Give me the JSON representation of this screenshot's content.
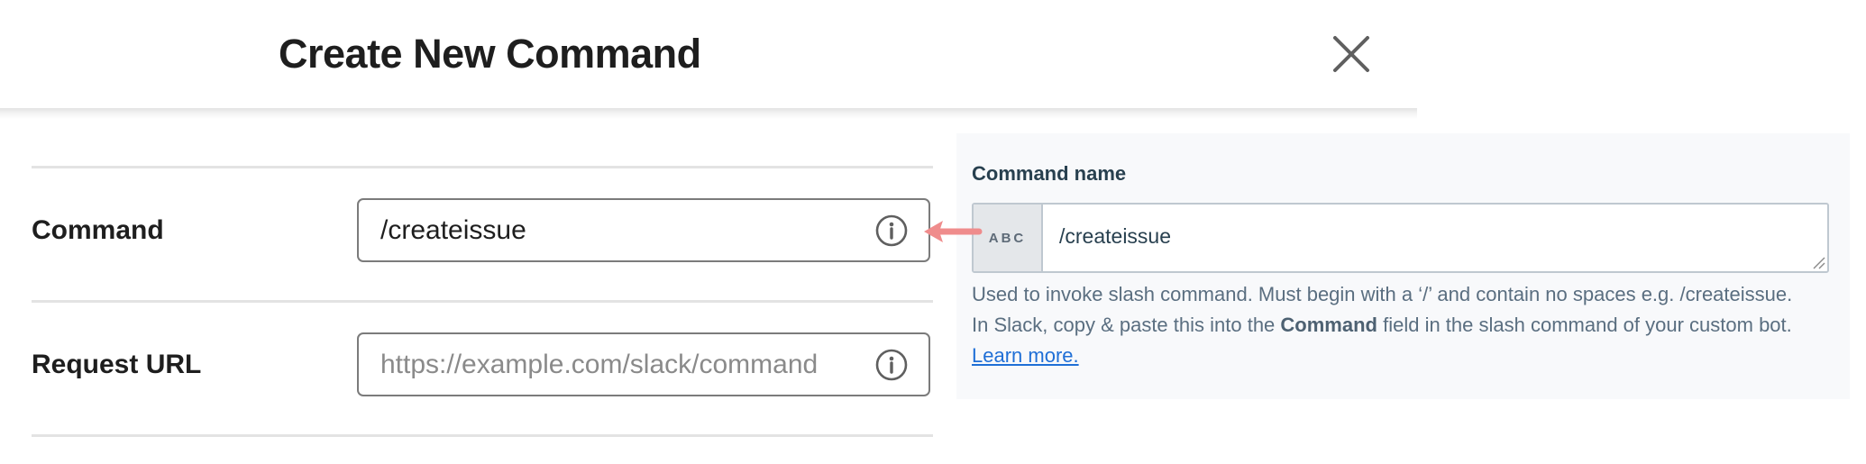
{
  "header": {
    "title": "Create New Command",
    "close_icon": "close-icon"
  },
  "form": {
    "rows": [
      {
        "label": "Command",
        "value": "/createissue",
        "placeholder": "",
        "icon": "info-icon"
      },
      {
        "label": "Request URL",
        "value": "",
        "placeholder": "https://example.com/slack/command",
        "icon": "info-icon"
      }
    ]
  },
  "annotation": {
    "arrow_color": "#ef8c8c",
    "arrow_icon": "arrow-left-icon"
  },
  "help_panel": {
    "label": "Command name",
    "addon": "ABC",
    "value": "/createissue",
    "help_line1": "Used to invoke slash command. Must begin with a ‘/’ and contain no spaces e.g. /createissue.",
    "help_line2_prefix": "In Slack, copy & paste this into the ",
    "help_line2_bold": "Command",
    "help_line2_suffix": " field in the slash command of your custom bot.",
    "link_text": "Learn more.",
    "link_color": "#1f6fd6"
  }
}
